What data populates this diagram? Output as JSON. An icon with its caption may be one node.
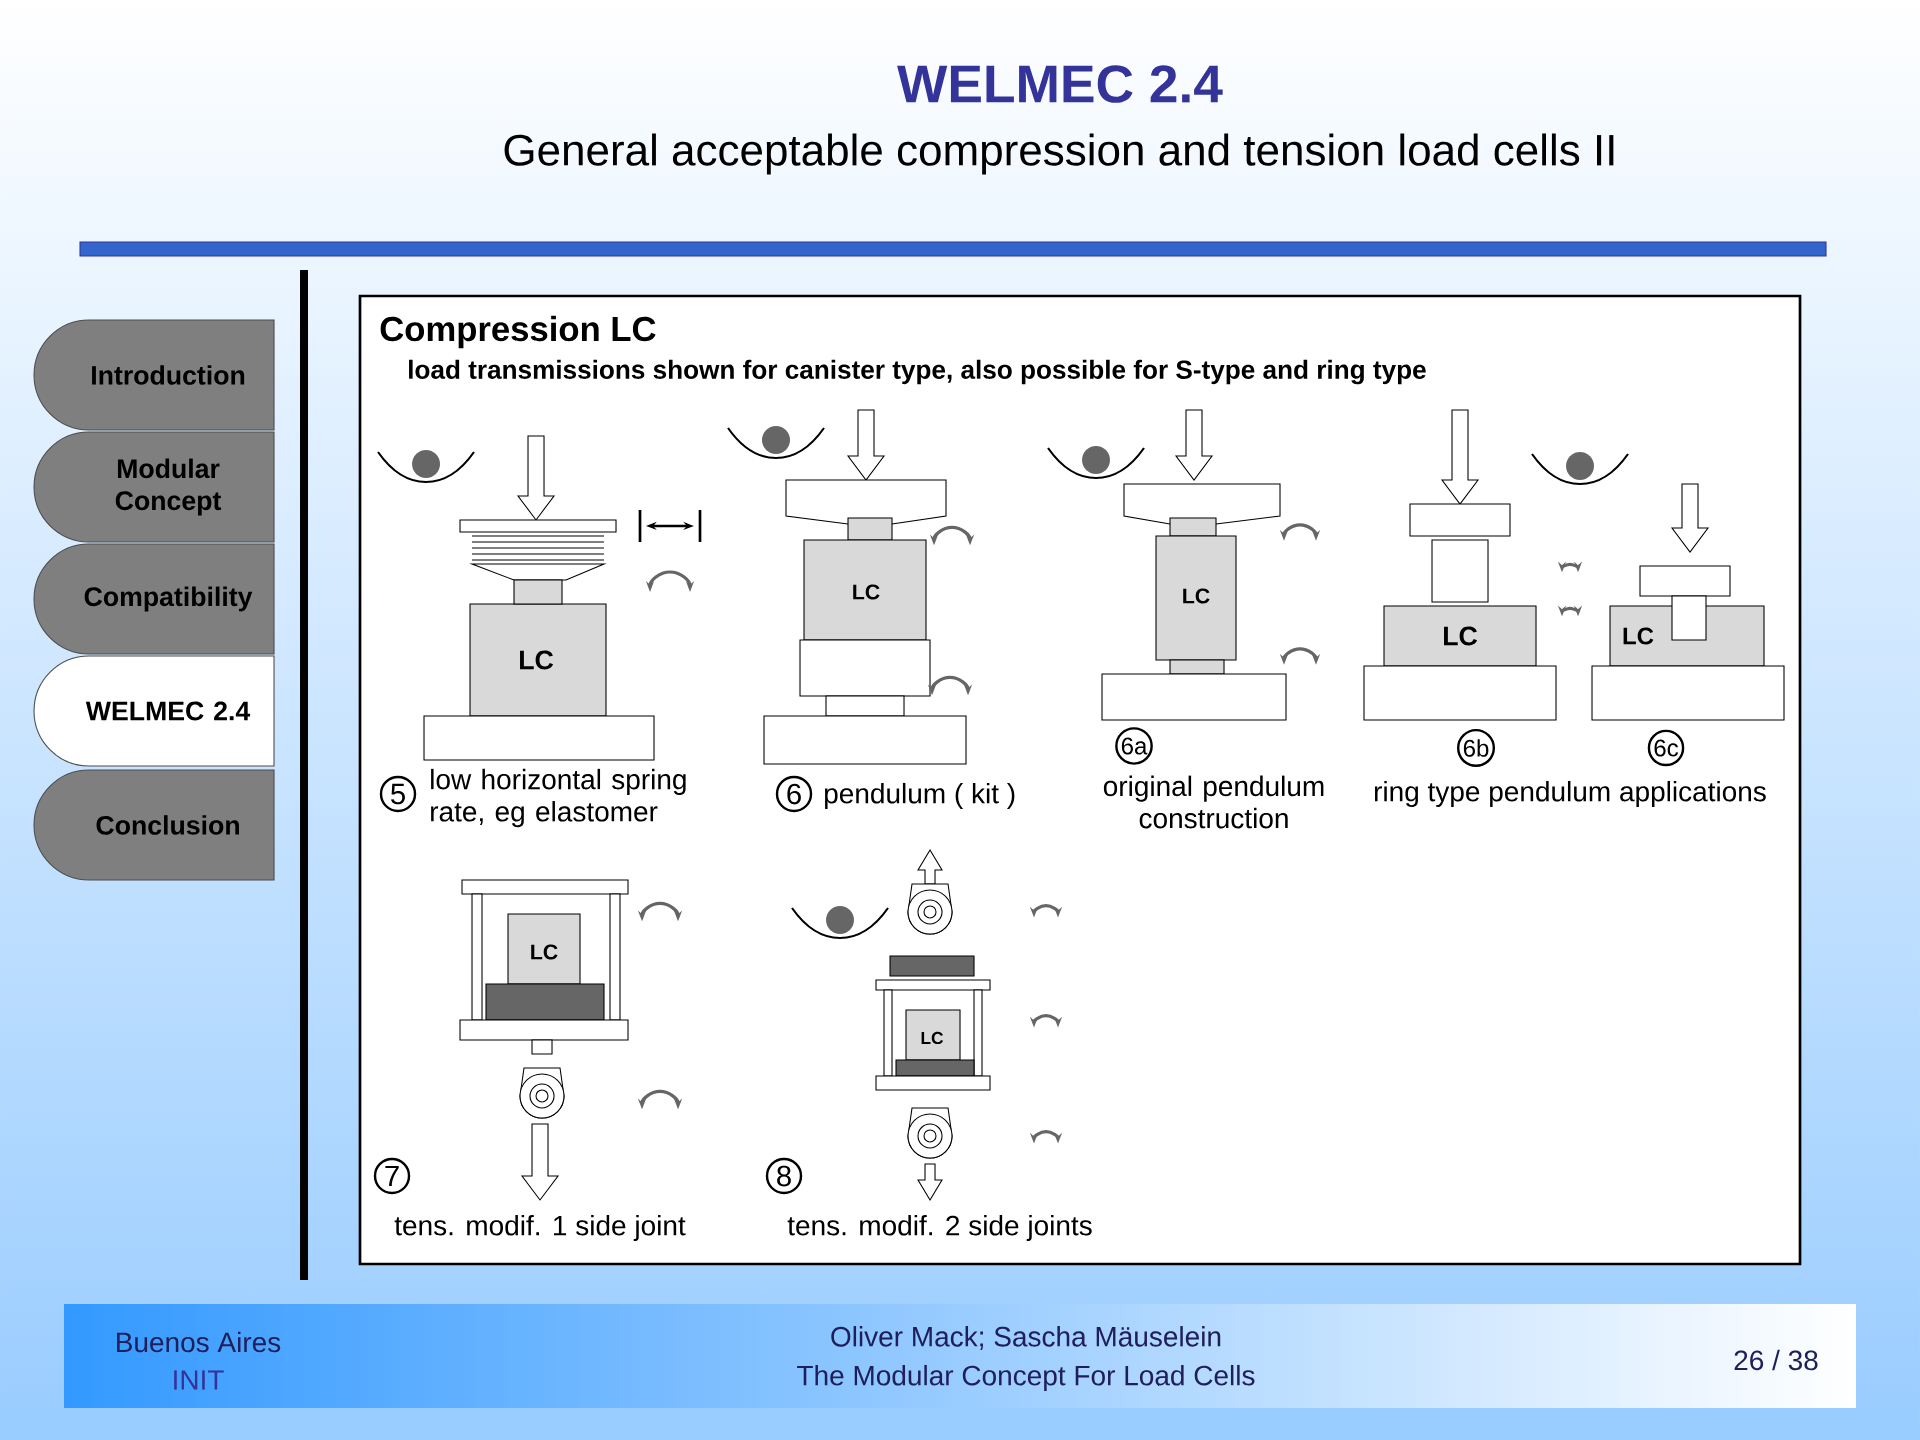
{
  "diagram": {
    "title": "WELMEC 2.4",
    "nodes": [
      {
        "text": [
          "Introduction"
        ]
      },
      {
        "text": [
          "Modular Concept"
        ]
      },
      {
        "text": [
          "Compatibility"
        ]
      },
      {
        "text": [
          "WELMEC 2.4"
        ]
      },
      {
        "text": [
          "Conclusion"
        ]
      }
    ],
    "labels": [
      "General acceptable compression and tension load cells II",
      "Compression LC",
      "load transmissions shown for canister type, also possible for S-type and ring type",
      "LC",
      "LC",
      "LC",
      "LC",
      "LC",
      "5",
      "low horizontal spring rate, eg elastomer",
      "6",
      "pendulum ( kit )",
      "6a",
      "original pendulum construction",
      "6b",
      "6c",
      "ring type pendulum applications",
      "LC",
      "LC",
      "7",
      "tens. modif. 1 side joint",
      "8",
      "tens. modif. 2 side joints",
      "Buenos Aires",
      "INIT",
      "Oliver Mack; Sascha Mäuselein",
      "The Modular Concept For Load Cells",
      "26 / 38"
    ]
  }
}
